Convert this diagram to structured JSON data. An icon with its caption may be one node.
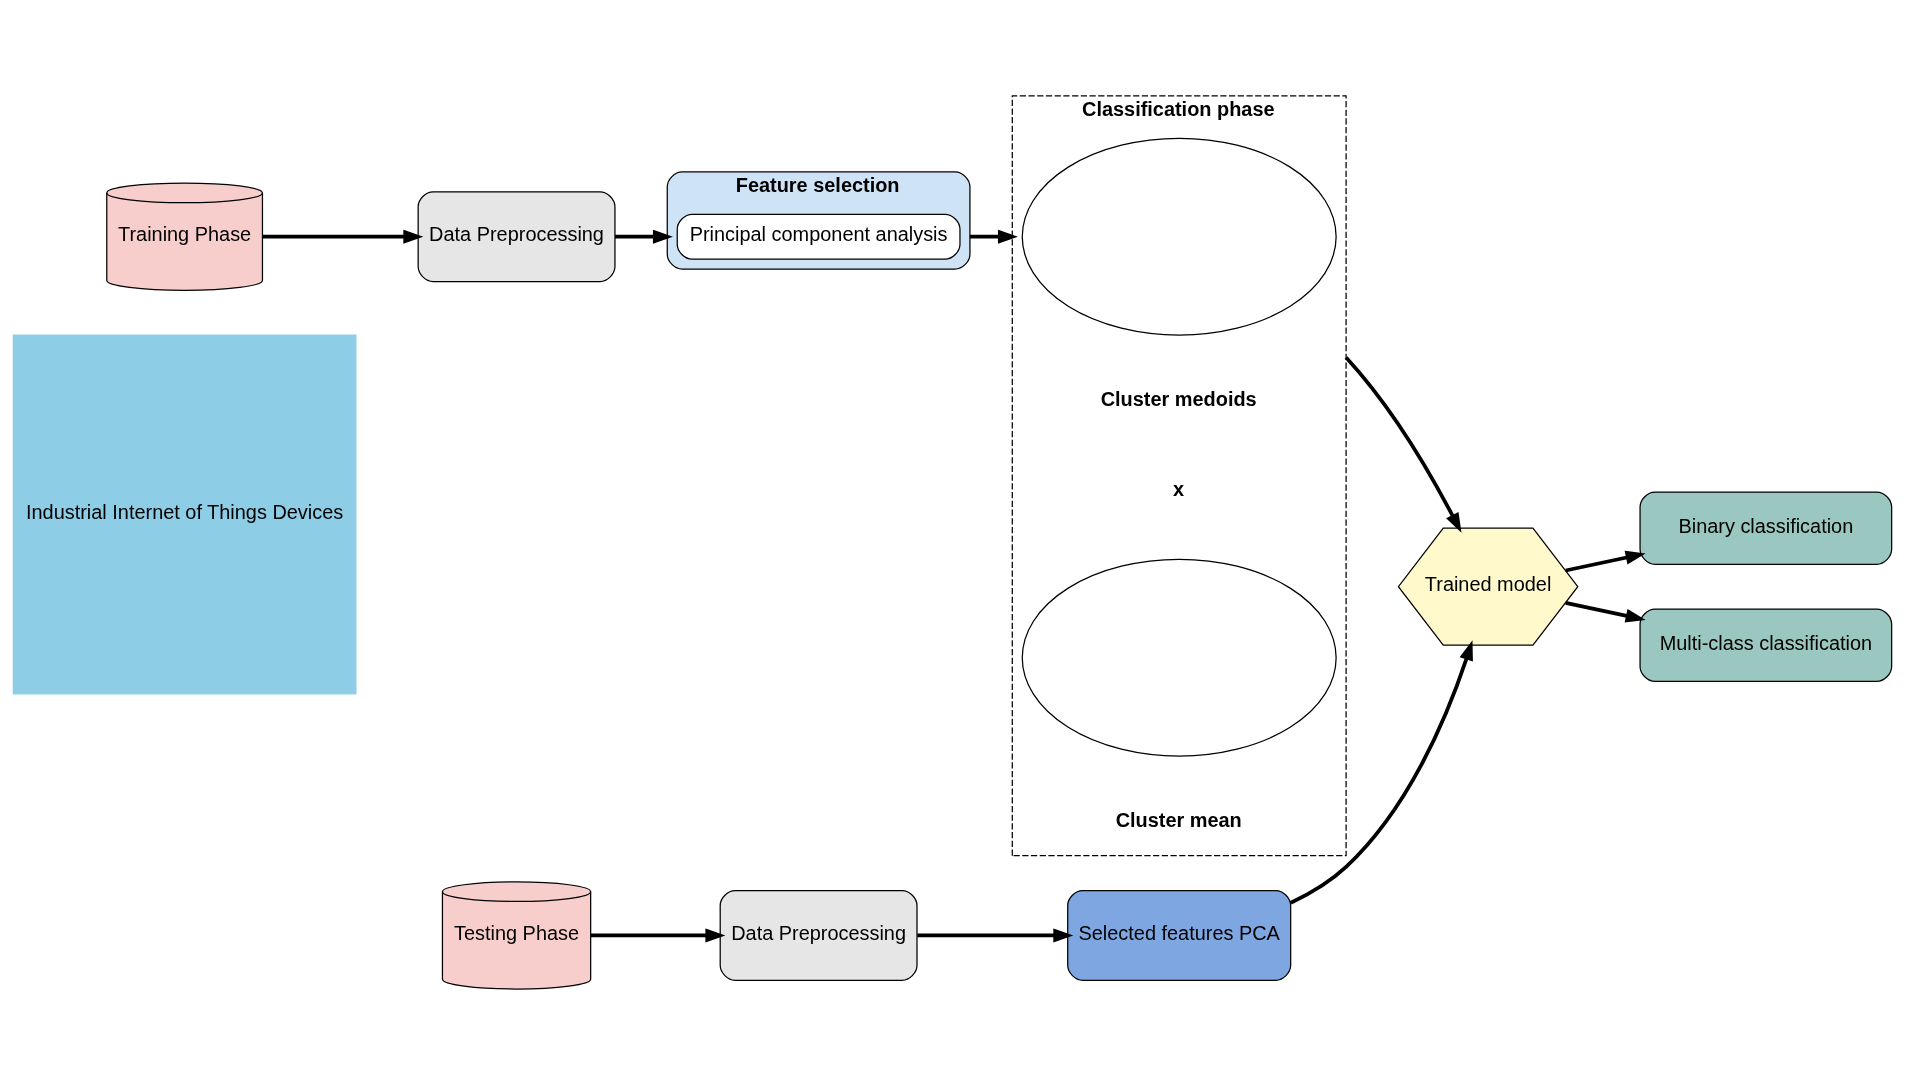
{
  "diagram": {
    "nodes": [
      {
        "text": [
          "Industrial Internet of Things Devices"
        ]
      },
      {
        "text": [
          "Training Phase"
        ]
      },
      {
        "text": [
          "Data Preprocessing"
        ]
      },
      {
        "text": [
          "Feature selection"
        ]
      },
      {
        "text": [
          "Principal component analysis"
        ],
        "in": 3
      },
      {
        "text": [
          "Classification phase"
        ]
      },
      {
        "text": [],
        "shape": "ellipse",
        "in": 5
      },
      {
        "text": [],
        "shape": "ellipse",
        "in": 5
      },
      {
        "text": [
          "Testing Phase"
        ]
      },
      {
        "text": [
          "Data Preprocessing"
        ]
      },
      {
        "text": [
          "Selected features PCA"
        ]
      },
      {
        "text": [
          "Trained model"
        ]
      },
      {
        "text": [
          "Binary classification"
        ]
      },
      {
        "text": [
          "Multi-class classification"
        ]
      }
    ],
    "edges": [
      {
        "from": 1,
        "to": 2,
        "arrow": "to"
      },
      {
        "from": 2,
        "to": 3,
        "arrow": "to"
      },
      {
        "from": 3,
        "to": 5,
        "arrow": "to"
      },
      {
        "from": 8,
        "to": 9,
        "arrow": "to"
      },
      {
        "from": 9,
        "to": 10,
        "arrow": "to"
      },
      {
        "from": 10,
        "to": 11,
        "arrow": "to"
      },
      {
        "from": 5,
        "to": 11,
        "arrow": "to"
      },
      {
        "from": 11,
        "to": 12,
        "arrow": "to"
      },
      {
        "from": 11,
        "to": 13,
        "arrow": "to"
      }
    ],
    "labels": [
      "Cluster medoids",
      "x",
      "Cluster mean"
    ]
  }
}
